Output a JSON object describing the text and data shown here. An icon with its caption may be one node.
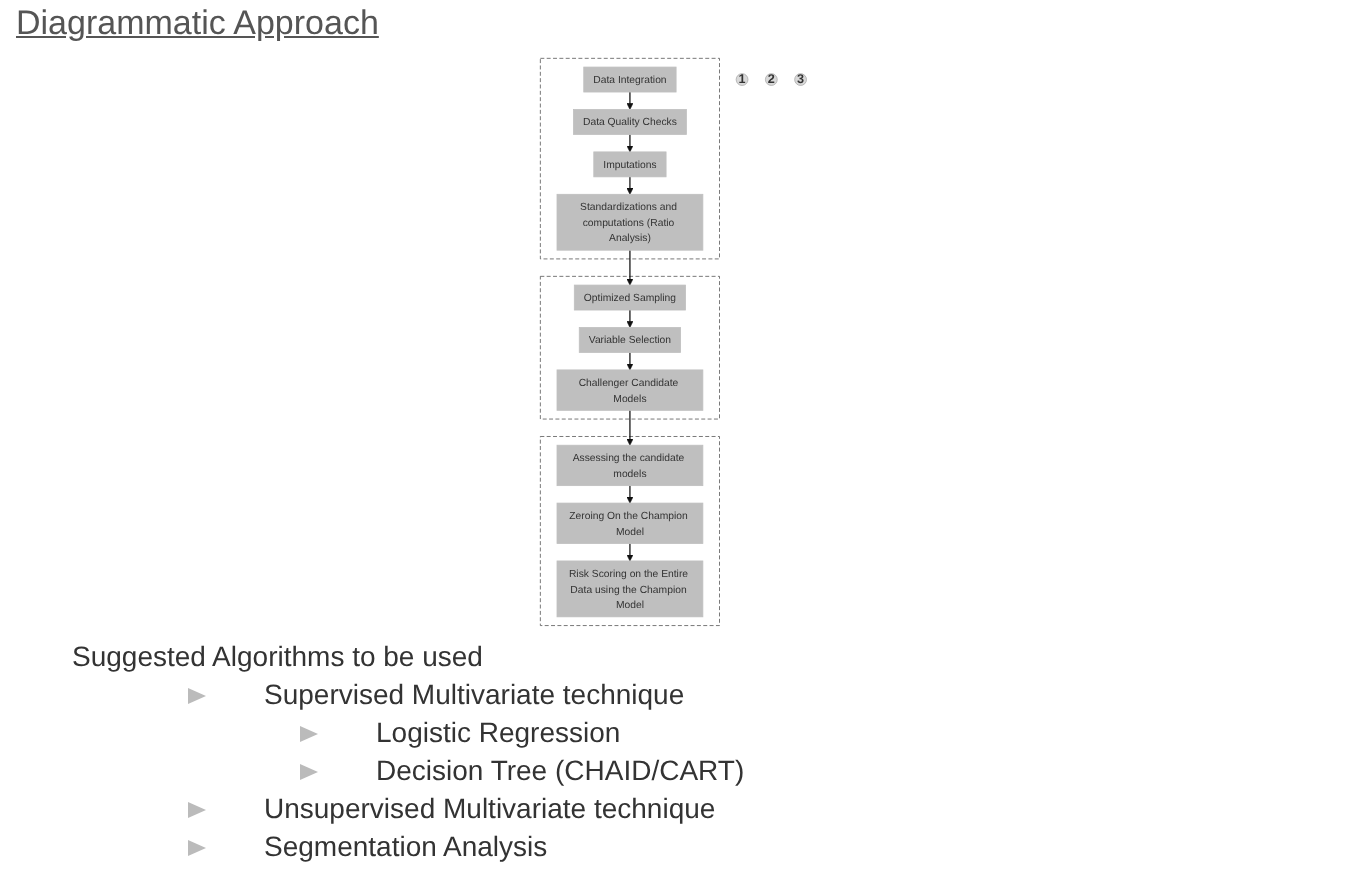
{
  "diagram": {
    "title": "Diagrammatic Approach",
    "nodes": [
      {
        "text": [
          "1"
        ]
      },
      {
        "text": [],
        "shape": "box"
      },
      {
        "text": [
          "Data Integration"
        ],
        "in": 1
      },
      {
        "text": [
          "Data Quality Checks"
        ],
        "in": 1
      },
      {
        "text": [
          "Imputations"
        ],
        "in": 1
      },
      {
        "text": [
          "Standardizations and computations (Ratio Analysis)"
        ],
        "in": 1
      },
      {
        "text": [
          "2"
        ]
      },
      {
        "text": [],
        "shape": "box"
      },
      {
        "text": [
          "Challenger Candidate Models"
        ],
        "in": 7
      },
      {
        "text": [
          "Variable Selection"
        ],
        "in": 7
      },
      {
        "text": [
          "Optimized Sampling"
        ],
        "in": 7
      },
      {
        "text": [
          "3"
        ]
      },
      {
        "text": [],
        "shape": "box"
      },
      {
        "text": [
          "Assessing the candidate models"
        ],
        "in": 12
      },
      {
        "text": [
          "Zeroing On the Champion Model"
        ],
        "in": 12
      },
      {
        "text": [
          "Risk Scoring on the Entire Data using the Champion Model"
        ],
        "in": 12
      }
    ],
    "edges": [
      {
        "from": 2,
        "to": 3,
        "arrow": "to"
      },
      {
        "from": 3,
        "to": 4,
        "arrow": "to"
      },
      {
        "from": 4,
        "to": 5,
        "arrow": "to"
      },
      {
        "from": 5,
        "to": 10,
        "arrow": "to"
      },
      {
        "from": 10,
        "to": 9,
        "arrow": "to"
      },
      {
        "from": 9,
        "to": 8,
        "arrow": "to"
      },
      {
        "from": 8,
        "to": 13,
        "arrow": "to"
      },
      {
        "from": 13,
        "to": 14,
        "arrow": "to"
      },
      {
        "from": 14,
        "to": 15,
        "arrow": "to"
      }
    ],
    "labels": [
      "Suggested Algorithms to be used",
      "Supervised Multivariate technique",
      "Logistic Regression",
      "Decision Tree (CHAID/CART)",
      "Unsupervised Multivariate technique",
      "Segmentation Analysis"
    ]
  }
}
